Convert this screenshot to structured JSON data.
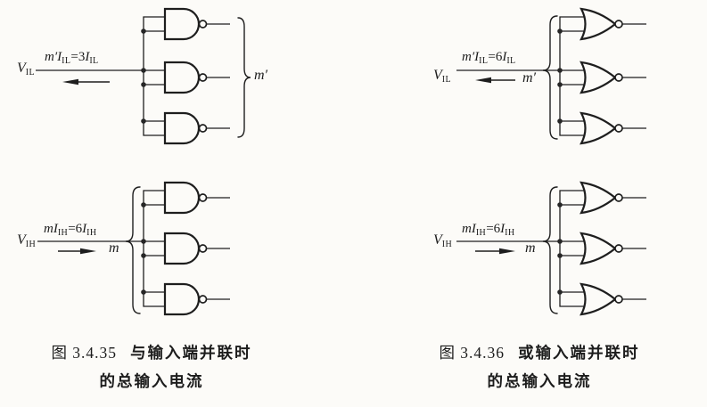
{
  "page": {
    "background_color": "#fcfbf8",
    "ink_color": "#1e1e1e"
  },
  "figures": [
    {
      "id": "fig-3-4-35",
      "gate_symbol": "nand-gate",
      "gates_per_diagram": 3,
      "caption": {
        "number": "图 3.4.35",
        "title": "与输入端并联时",
        "line2": "的总输入电流"
      },
      "top": {
        "source_var": "V",
        "source_sub": "IL",
        "formula": {
          "var1": "m′I",
          "sub1": "IL",
          "eq": "=3",
          "var2": "I",
          "sub2": "IL"
        },
        "arrow_direction": "left",
        "count": "m′"
      },
      "bottom": {
        "source_var": "V",
        "source_sub": "IH",
        "formula": {
          "var1": "mI",
          "sub1": "IH",
          "eq": "=6",
          "var2": "I",
          "sub2": "IH"
        },
        "arrow_direction": "right",
        "count": "m"
      }
    },
    {
      "id": "fig-3-4-36",
      "gate_symbol": "nor-gate",
      "gates_per_diagram": 3,
      "caption": {
        "number": "图 3.4.36",
        "title": "或输入端并联时",
        "line2": "的总输入电流"
      },
      "top": {
        "source_var": "V",
        "source_sub": "IL",
        "formula": {
          "var1": "m′I",
          "sub1": "IL",
          "eq": "=6",
          "var2": "I",
          "sub2": "IL"
        },
        "arrow_direction": "left",
        "count": "m′"
      },
      "bottom": {
        "source_var": "V",
        "source_sub": "IH",
        "formula": {
          "var1": "mI",
          "sub1": "IH",
          "eq": "=6",
          "var2": "I",
          "sub2": "IH"
        },
        "arrow_direction": "right",
        "count": "m"
      }
    }
  ]
}
